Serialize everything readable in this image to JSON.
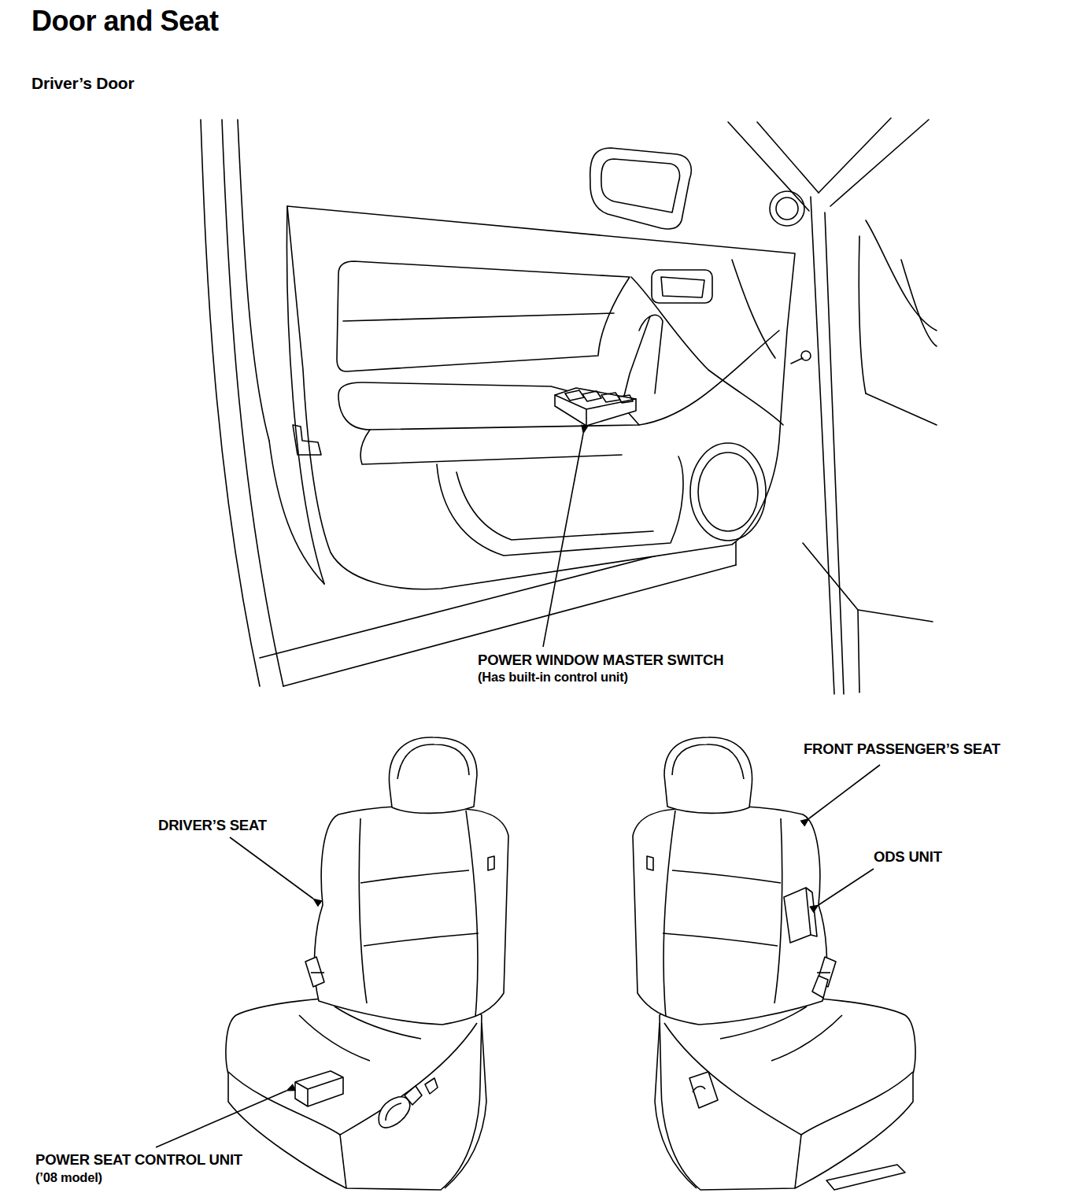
{
  "diagram": {
    "title": "Door and Seat",
    "labels": [
      "Driver’s Door",
      "POWER WINDOW MASTER SWITCH",
      "(Has built-in control unit)",
      "DRIVER’S SEAT",
      "FRONT PASSENGER’S SEAT",
      "ODS UNIT",
      "POWER SEAT CONTROL UNIT",
      "(’08 model)"
    ]
  }
}
